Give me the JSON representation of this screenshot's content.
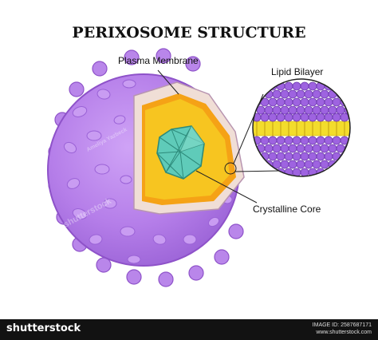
{
  "title": "PERIXOSOME STRUCTURE",
  "labels": {
    "plasma_membrane": "Plasma Membrane",
    "lipid_bilayer": "Lipid Bilayer",
    "crystalline_core": "Crystalline Core"
  },
  "watermark": {
    "text": "shutterstock",
    "credit": "Ameliya Yazbeck"
  },
  "footer": {
    "brand": "shutterstock",
    "image_id": "IMAGE ID: 2587687171",
    "site": "www.shutterstock.com"
  },
  "colors": {
    "cell_body": "#b57ee9",
    "cell_bumps": "#c79af0",
    "cell_edge": "#8e52c9",
    "membrane_cut": "#f0ded6",
    "core_layer": "#f5a216",
    "inner_layer": "#f7c520",
    "crystal": "#5fcbb9",
    "lipid_heads": "#9e63e0",
    "lipid_tails": "#f3dc2c",
    "footer_bg": "#121212"
  }
}
